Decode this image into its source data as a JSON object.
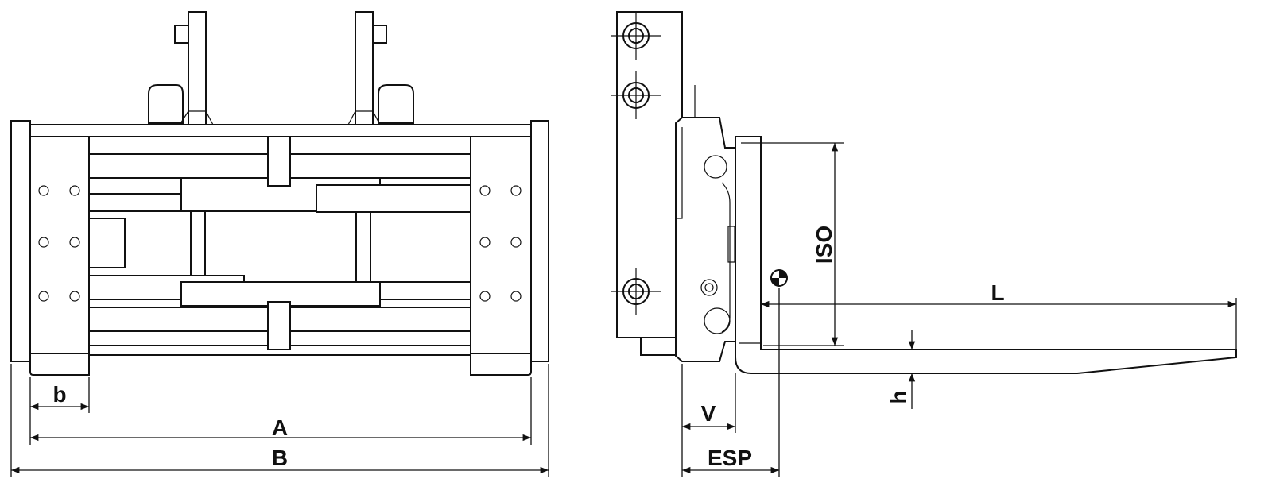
{
  "dimensions": {
    "b": "b",
    "A": "A",
    "B": "B",
    "V": "V",
    "ESP": "ESP",
    "ISO": "ISO",
    "L": "L",
    "h": "h"
  },
  "icons": {
    "center_of_gravity": "center-of-gravity-icon"
  }
}
